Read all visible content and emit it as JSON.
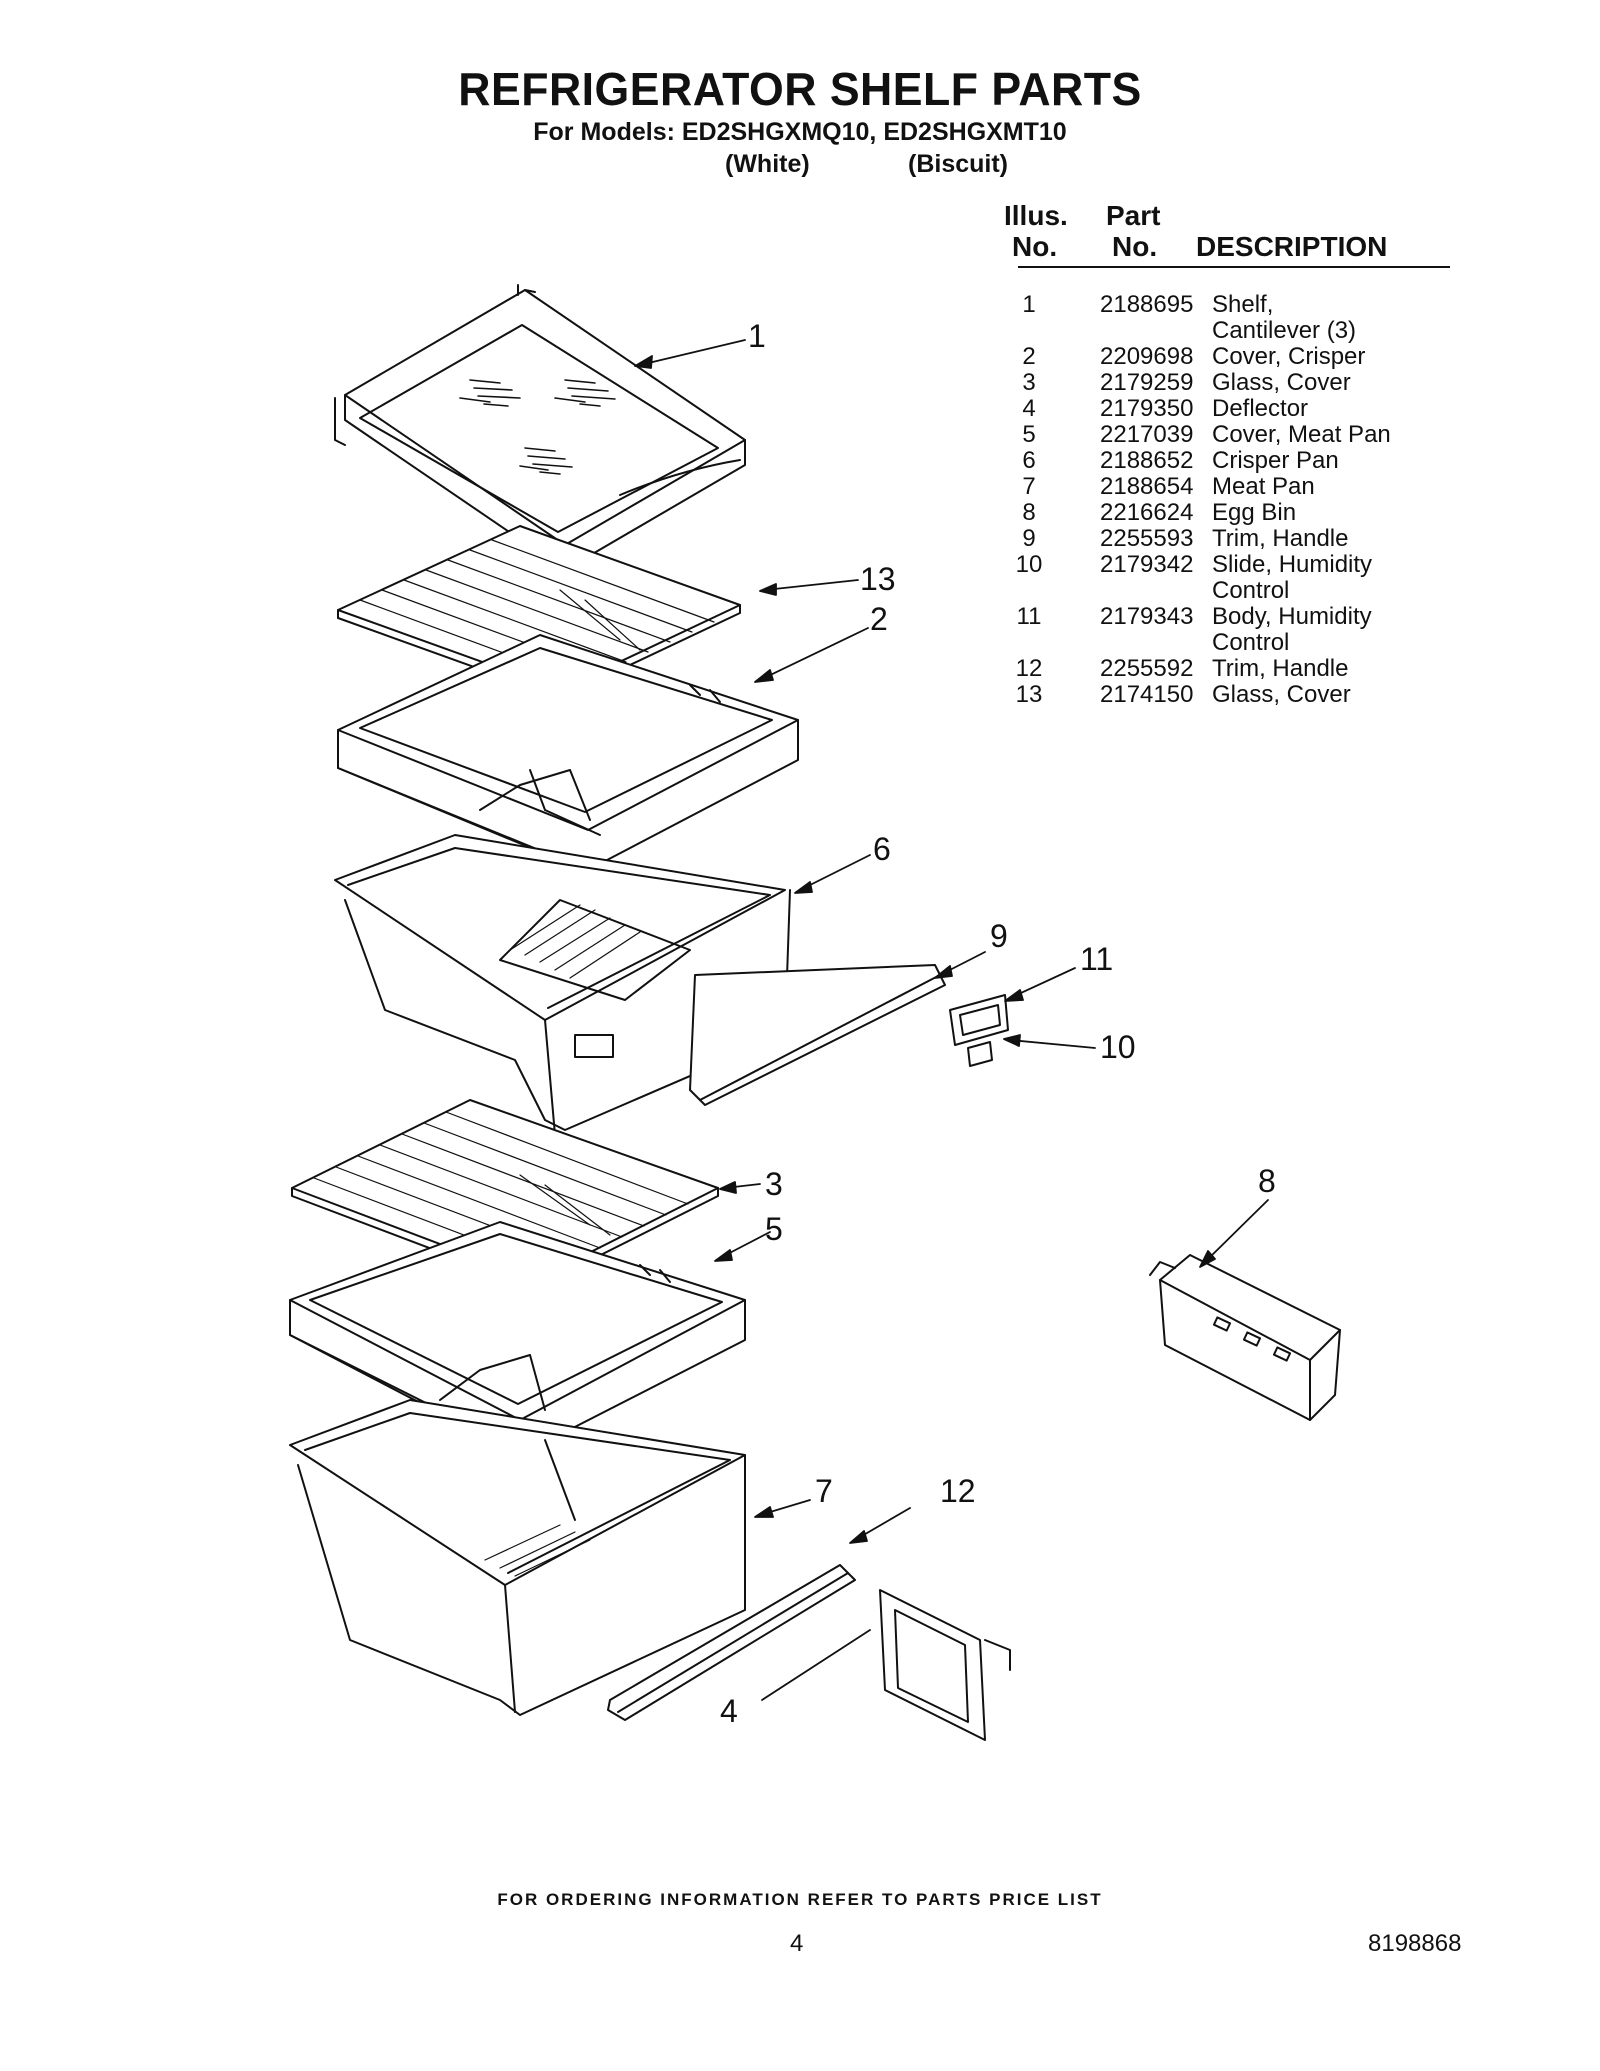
{
  "header": {
    "title": "REFRIGERATOR SHELF PARTS",
    "models": "For Models: ED2SHGXMQ10, ED2SHGXMT10",
    "color_1": "(White)",
    "color_2": "(Biscuit)"
  },
  "table": {
    "col_illus_1": "Illus.",
    "col_illus_2": "No.",
    "col_part_1": "Part",
    "col_part_2": "No.",
    "col_desc": "DESCRIPTION",
    "rows": [
      {
        "illus": "1",
        "part": "2188695",
        "desc": "Shelf,",
        "desc2": "Cantilever (3)"
      },
      {
        "illus": "2",
        "part": "2209698",
        "desc": "Cover, Crisper",
        "desc2": ""
      },
      {
        "illus": "3",
        "part": "2179259",
        "desc": "Glass, Cover",
        "desc2": ""
      },
      {
        "illus": "4",
        "part": "2179350",
        "desc": "Deflector",
        "desc2": ""
      },
      {
        "illus": "5",
        "part": "2217039",
        "desc": "Cover, Meat Pan",
        "desc2": ""
      },
      {
        "illus": "6",
        "part": "2188652",
        "desc": "Crisper Pan",
        "desc2": ""
      },
      {
        "illus": "7",
        "part": "2188654",
        "desc": "Meat Pan",
        "desc2": ""
      },
      {
        "illus": "8",
        "part": "2216624",
        "desc": "Egg Bin",
        "desc2": ""
      },
      {
        "illus": "9",
        "part": "2255593",
        "desc": "Trim, Handle",
        "desc2": ""
      },
      {
        "illus": "10",
        "part": "2179342",
        "desc": "Slide, Humidity",
        "desc2": "Control"
      },
      {
        "illus": "11",
        "part": "2179343",
        "desc": "Body, Humidity",
        "desc2": "Control"
      },
      {
        "illus": "12",
        "part": "2255592",
        "desc": "Trim, Handle",
        "desc2": ""
      },
      {
        "illus": "13",
        "part": "2174150",
        "desc": "Glass, Cover",
        "desc2": ""
      }
    ]
  },
  "callouts": {
    "c1": "1",
    "c13": "13",
    "c2": "2",
    "c6": "6",
    "c9": "9",
    "c11": "11",
    "c10": "10",
    "c3": "3",
    "c5": "5",
    "c8": "8",
    "c7": "7",
    "c12": "12",
    "c4": "4"
  },
  "footer": {
    "ordering": "FOR ORDERING INFORMATION REFER TO PARTS PRICE LIST",
    "page_number": "4",
    "doc_number": "8198868"
  }
}
